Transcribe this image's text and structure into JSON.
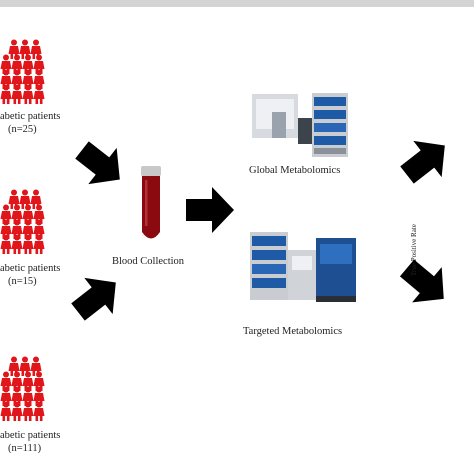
{
  "groups": [
    {
      "label": "abetic patients",
      "count": "(n=25)"
    },
    {
      "label": "abetic patients",
      "count": "(n=15)"
    },
    {
      "label": "abetic patients",
      "count": "(n=111)"
    }
  ],
  "steps": {
    "blood_collection": "Blood Collection",
    "global_metabolomics": "Global Metabolomics",
    "targeted_metabolomics": "Targeted Metabolomics"
  },
  "roc": {
    "axis_label": "True Positive Rate"
  },
  "colors": {
    "patient": "#e0161b",
    "arrow": "#000000",
    "blood": "#8b0a0f",
    "instrument_blue": "#1f5aa6",
    "instrument_gray": "#c9ccd1",
    "text": "#222222",
    "header_bar": "#d4d4d4"
  },
  "icons": {
    "patient": "person-icon",
    "arrow": "bold-arrow-icon",
    "tube": "blood-tube-icon",
    "instrument": "lc-ms-instrument-icon"
  }
}
